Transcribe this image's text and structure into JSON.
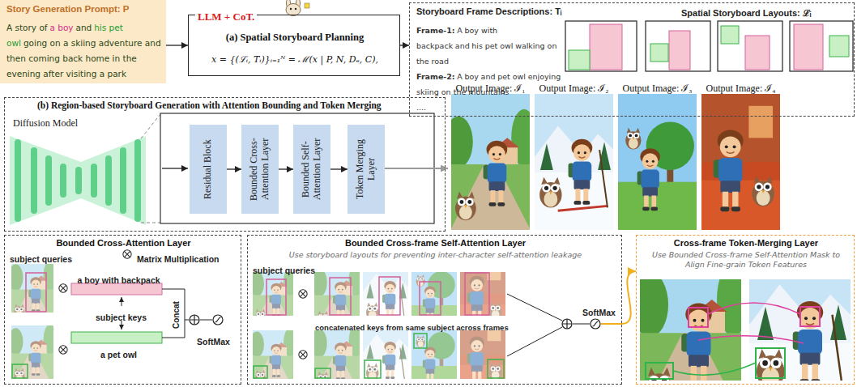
{
  "diagram": {
    "nodes": [
      {
        "text": [
          "Story Generation Prompt: P",
          "A story of",
          "a boy",
          "and",
          "his pet owl",
          "going on a skiing adventure and then coming back home in the evening after visiting a park"
        ]
      },
      {
        "text": [
          "LLM + CoT.",
          "(a) Spatial Storyboard Planning",
          "x = {(ℒᵢ, Tᵢ)}ᵢ₌₁ᴺ = ℳ(x | P, N, Dₑ, C),"
        ]
      },
      {
        "text": [
          "Storyboard Frame Descriptions: Tᵢ",
          "Frame-1:",
          "A",
          "boy with backpack",
          "and",
          "his",
          "pet owl",
          "walking on the road",
          "Frame-2:",
          "A",
          "boy",
          "and",
          "pet owl",
          "enjoying skiing on the mountains",
          "....",
          "Spatial Storyboard Layouts: ℒᵢ"
        ]
      },
      {
        "text": [
          "(b) Region-based Storyboard Generation with Attention Bounding and Token Merging",
          "Diffusion Model"
        ]
      },
      {
        "text": [
          "Residual Block"
        ],
        "in": 3
      },
      {
        "text": [
          "Bounded Cross-Attention Layer"
        ],
        "in": 3
      },
      {
        "text": [
          "Bounded Self-Attention Layer"
        ],
        "in": 3
      },
      {
        "text": [
          "Token Merging Layer"
        ],
        "in": 3
      },
      {
        "text": [
          "Bounded Cross-Attention Layer",
          "subject queries",
          "Matrix Multiplication",
          "a boy with backpack",
          "subject keys",
          "a pet owl",
          "Concat",
          "SoftMax"
        ]
      },
      {
        "text": [
          "Bounded Cross-frame Self-Attention Layer",
          "Use storyboard layouts for preventing inter-character self-attention leakage",
          "subject queries",
          "concatenated keys from same subject across frames",
          "SoftMax"
        ]
      },
      {
        "text": [
          "Cross-frame Token-Merging Layer",
          "Use Bounded Cross-frame Self-Attention Mask to Align Fine-grain Token Features"
        ]
      }
    ],
    "edges": [
      {
        "from": 0,
        "to": 1,
        "arrow": "to"
      },
      {
        "from": 1,
        "to": 2,
        "arrow": "to"
      },
      {
        "from": 4,
        "to": 5,
        "arrow": "to"
      },
      {
        "from": 5,
        "to": 6,
        "arrow": "to"
      },
      {
        "from": 6,
        "to": 7,
        "arrow": "to"
      },
      {
        "from": 9,
        "to": 10,
        "arrow": "to"
      }
    ],
    "labels": [
      "Output Image: ℐ₁",
      "Output Image: ℐ₂",
      "Output Image: ℐ₃",
      "Output Image: ℐ₄"
    ]
  }
}
